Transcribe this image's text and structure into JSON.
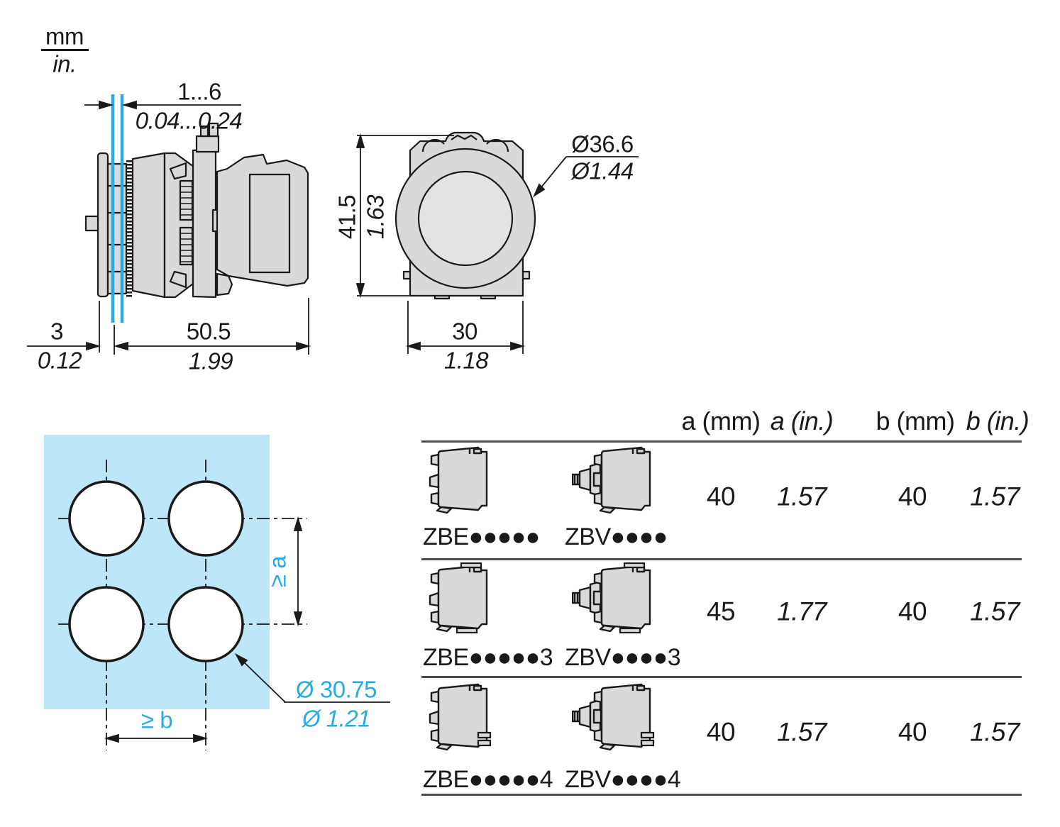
{
  "legend": {
    "metric_unit": "mm",
    "imperial_unit": "in."
  },
  "side_view": {
    "panel_thickness_range_mm": "1...6",
    "panel_thickness_range_in": "0.04...0.24",
    "front_depth_mm": "3",
    "front_depth_in": "0.12",
    "body_depth_mm": "50.5",
    "body_depth_in": "1.99"
  },
  "front_view": {
    "height_mm": "41.5",
    "height_in": "1.63",
    "bezel_diameter_mm": "Ø36.6",
    "bezel_diameter_in": "Ø1.44",
    "width_mm": "30",
    "width_in": "1.18"
  },
  "cutout_view": {
    "vertical_pitch_label": "≥ a",
    "horizontal_pitch_label": "≥ b",
    "hole_diameter_mm": "Ø 30.75",
    "hole_diameter_in": "Ø 1.21"
  },
  "table": {
    "headers": {
      "a_mm": "a (mm)",
      "a_in": "a (in.)",
      "b_mm": "b (mm)",
      "b_in": "b (in.)"
    },
    "rows": [
      {
        "zbe_ref": "ZBE●●●●●",
        "zbv_ref": "ZBV●●●●",
        "a_mm": "40",
        "a_in": "1.57",
        "b_mm": "40",
        "b_in": "1.57"
      },
      {
        "zbe_ref": "ZBE●●●●●3",
        "zbv_ref": "ZBV●●●●3",
        "a_mm": "45",
        "a_in": "1.77",
        "b_mm": "40",
        "b_in": "1.57"
      },
      {
        "zbe_ref": "ZBE●●●●●4",
        "zbv_ref": "ZBV●●●●4",
        "a_mm": "40",
        "a_in": "1.57",
        "b_mm": "40",
        "b_in": "1.57"
      }
    ]
  },
  "colors": {
    "accent_blue": "#29ABE2",
    "panel_fill": "#BDE6F8",
    "part_fill": "#D9D9D9",
    "line": "#1A1A1A",
    "table_rule": "#4D4D4D"
  }
}
